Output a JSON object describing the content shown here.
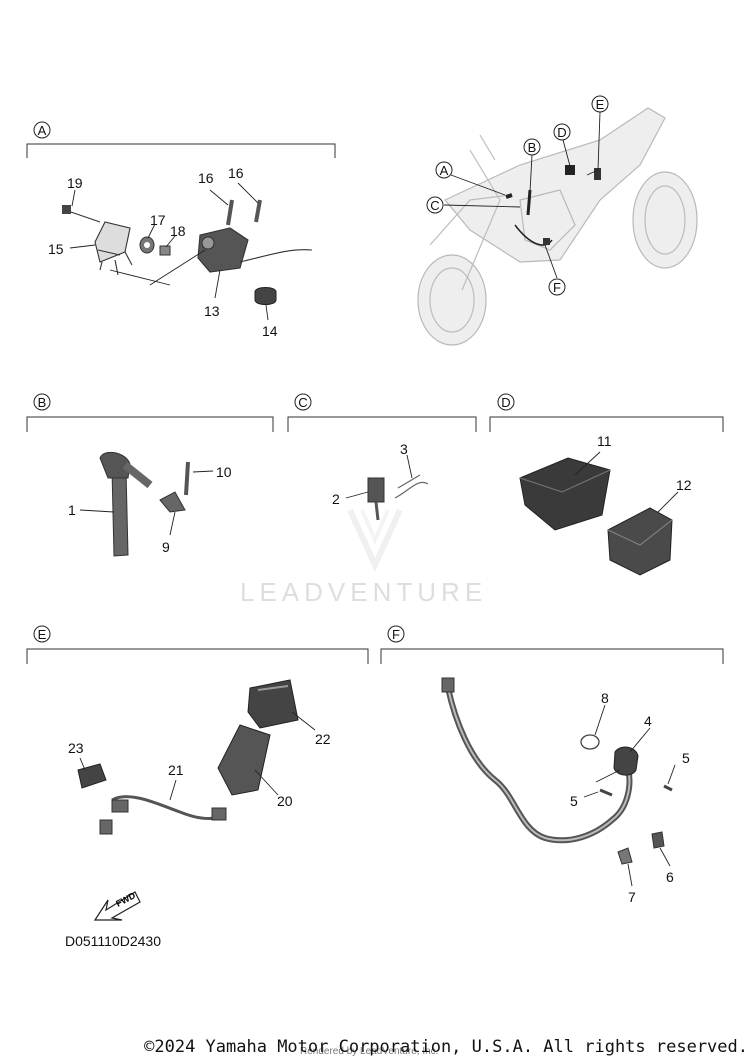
{
  "sections": [
    {
      "letter": "A"
    },
    {
      "letter": "B"
    },
    {
      "letter": "C"
    },
    {
      "letter": "D"
    },
    {
      "letter": "E"
    },
    {
      "letter": "F"
    }
  ],
  "bike_labels": [
    "A",
    "B",
    "C",
    "D",
    "E",
    "F"
  ],
  "callouts": {
    "p1": "1",
    "p2": "2",
    "p3": "3",
    "p4": "4",
    "p5a": "5",
    "p5b": "5",
    "p6": "6",
    "p7": "7",
    "p8": "8",
    "p9": "9",
    "p10": "10",
    "p11": "11",
    "p12": "12",
    "p13": "13",
    "p14": "14",
    "p15": "15",
    "p16a": "16",
    "p16b": "16",
    "p17": "17",
    "p18": "18",
    "p19": "19",
    "p20": "20",
    "p21": "21",
    "p22": "22",
    "p23": "23"
  },
  "fwd_label": "FWD",
  "watermark": "LEADVENTURE",
  "diagram_code": "D051110D2430",
  "copyright": "©2024 Yamaha Motor Corporation, U.S.A. All rights reserved.",
  "rendered_by": "Rendered by LeadVenture, Inc.",
  "colors": {
    "line": "#333333",
    "ghost": "#bdbdbd",
    "part_fill": "#555555",
    "watermark": "#dedede"
  }
}
